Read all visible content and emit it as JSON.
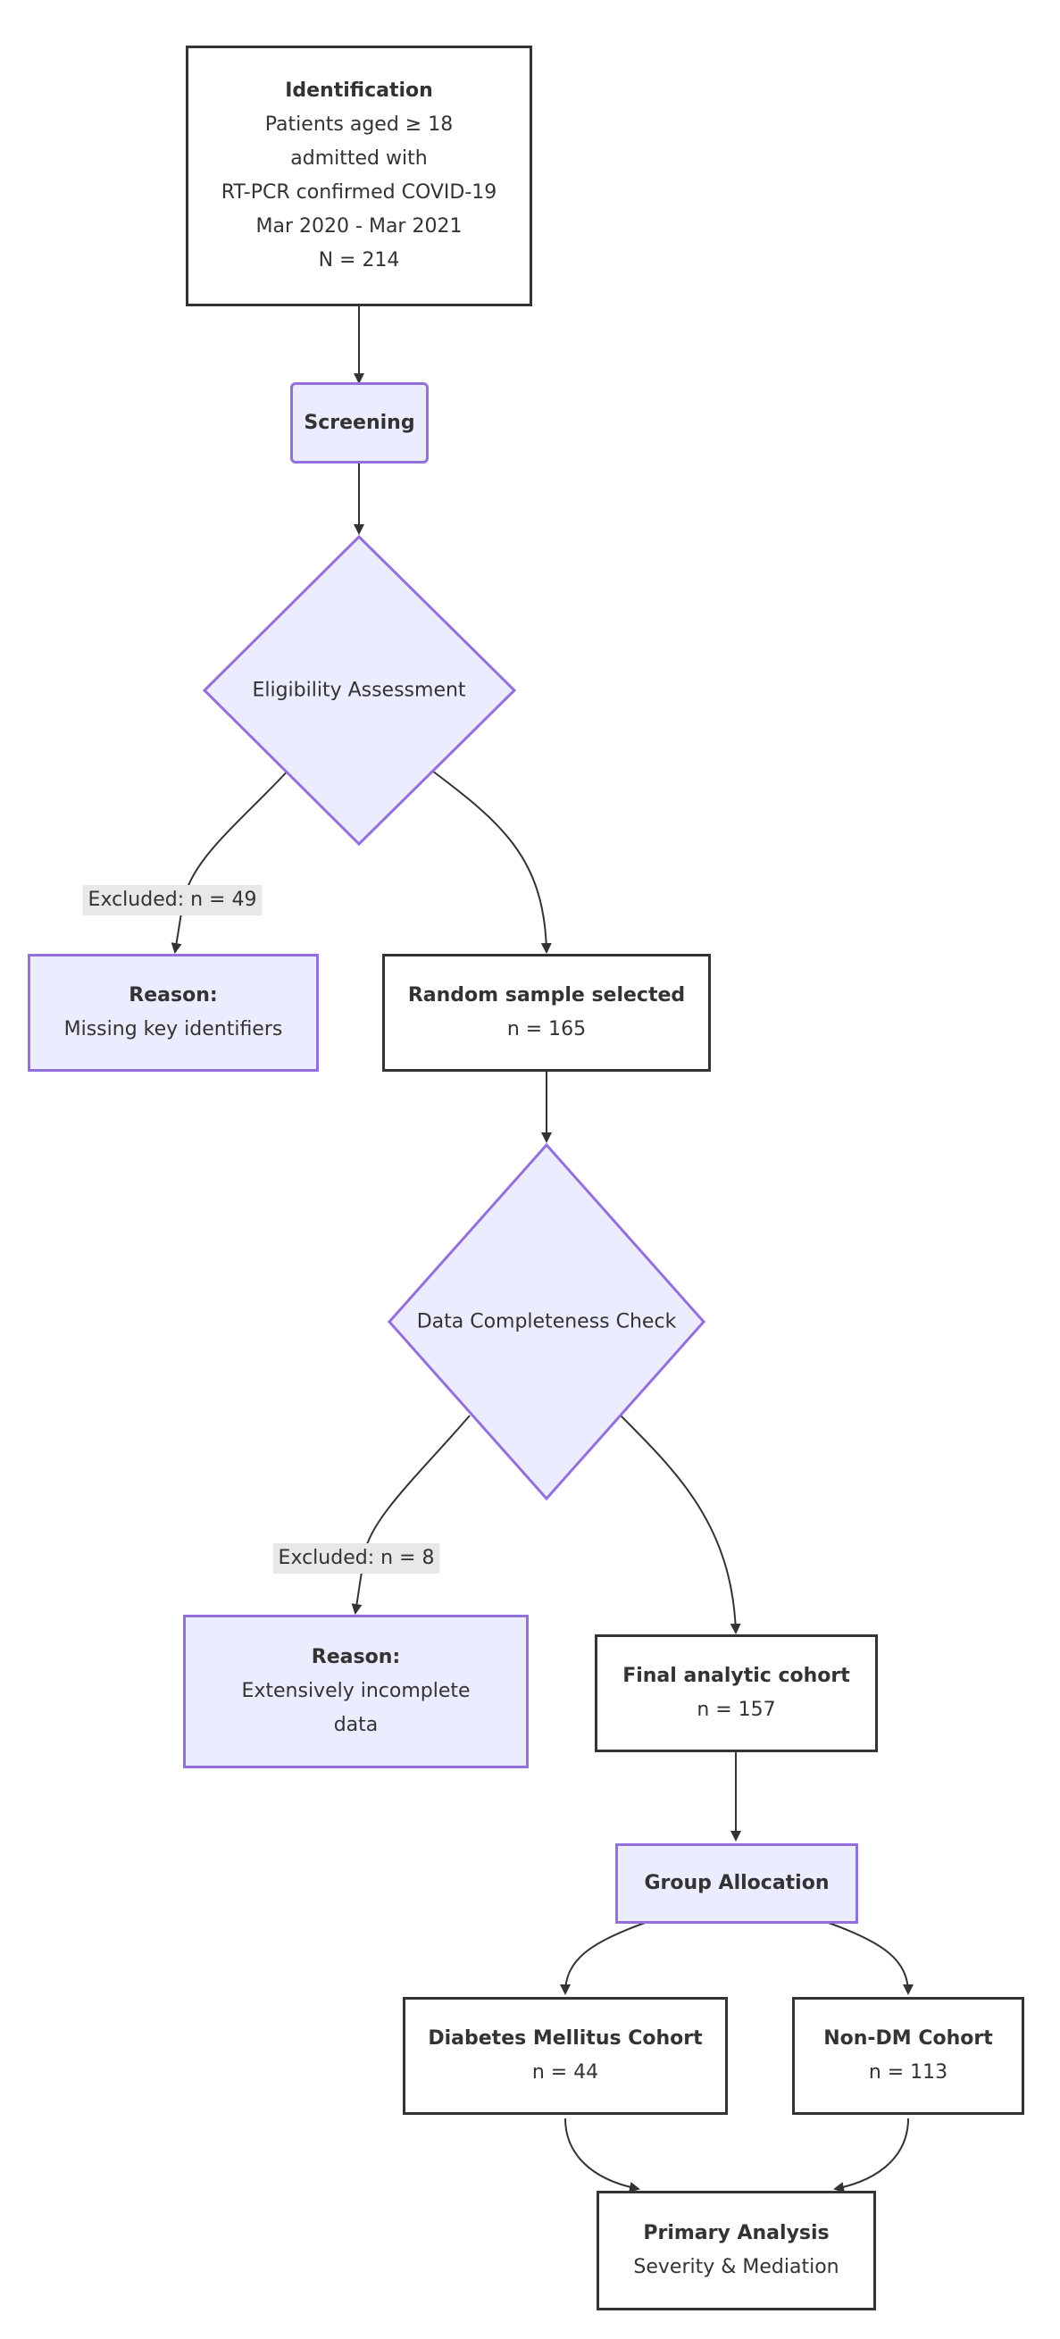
{
  "identification": {
    "title": "Identification",
    "lines": [
      "Patients aged ≥ 18",
      "admitted with",
      "RT-PCR confirmed COVID-19",
      "Mar 2020 - Mar 2021",
      "N = 214"
    ]
  },
  "screening": {
    "title": "Screening"
  },
  "eligibility": {
    "label": "Eligibility Assessment"
  },
  "excluded_1": {
    "label": "Excluded: n = 49"
  },
  "reason_1": {
    "title": "Reason:",
    "lines": [
      "Missing key identifiers"
    ]
  },
  "random_sample": {
    "title": "Random sample selected",
    "lines": [
      "n = 165"
    ]
  },
  "completeness": {
    "label": "Data Completeness Check"
  },
  "excluded_2": {
    "label": "Excluded: n = 8"
  },
  "reason_2": {
    "title": "Reason:",
    "lines": [
      "Extensively incomplete",
      "data"
    ]
  },
  "final_cohort": {
    "title": "Final analytic cohort",
    "lines": [
      "n = 157"
    ]
  },
  "group_allocation": {
    "title": "Group Allocation"
  },
  "dm_cohort": {
    "title": "Diabetes Mellitus Cohort",
    "lines": [
      "n = 44"
    ]
  },
  "non_dm_cohort": {
    "title": "Non-DM Cohort",
    "lines": [
      "n = 113"
    ]
  },
  "primary_analysis": {
    "title": "Primary Analysis",
    "lines": [
      "Severity & Mediation"
    ]
  },
  "colors": {
    "purple_fill": "#ececff",
    "purple_border": "#9370db",
    "dark_border": "#333333",
    "edge_label_bg": "#e8e8e8"
  }
}
